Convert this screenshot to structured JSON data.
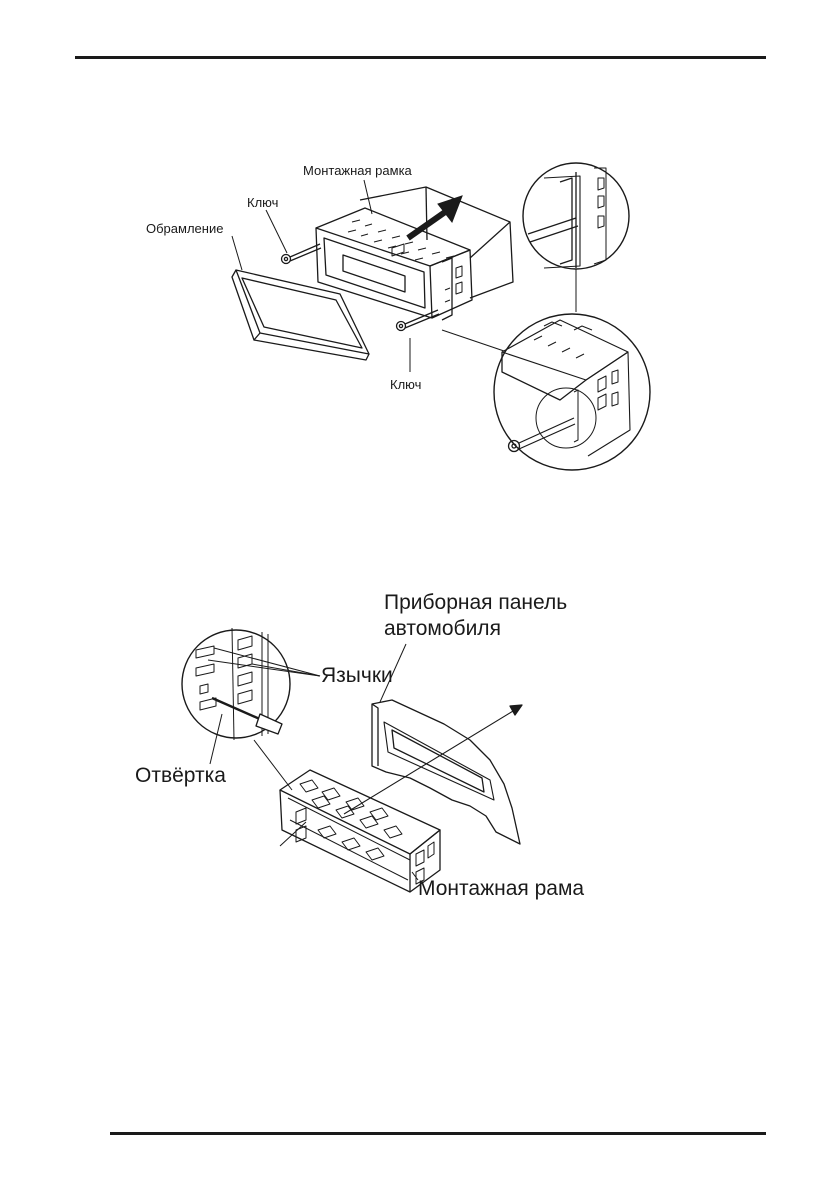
{
  "figure1": {
    "labels": {
      "mounting_frame": "Монтажная рамка",
      "key_top": "Ключ",
      "trim": "Обрамление",
      "key_bottom": "Ключ"
    }
  },
  "figure2": {
    "labels": {
      "dashboard_line1": "Приборная панель",
      "dashboard_line2": "автомобиля",
      "tabs": "Язычки",
      "screwdriver": "Отвёртка",
      "mounting_frame": "Монтажная рама"
    }
  }
}
